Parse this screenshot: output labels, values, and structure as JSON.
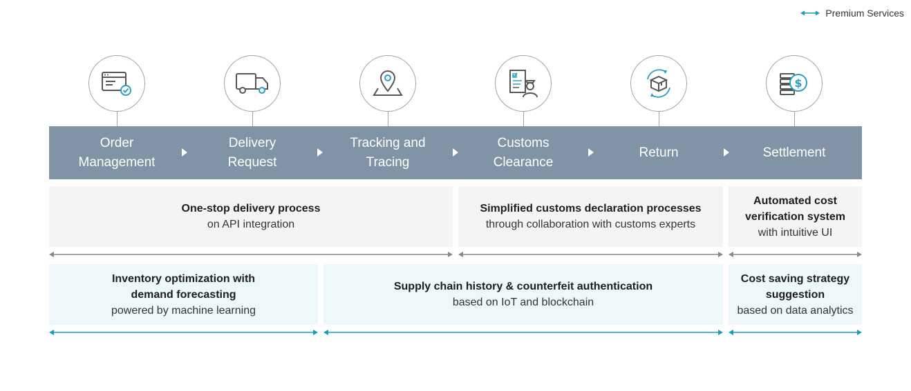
{
  "legend": {
    "label": "Premium Services",
    "color": "#1a9bbf"
  },
  "steps": [
    {
      "title": "Order Management",
      "icon": "order-window-check-icon"
    },
    {
      "title": "Delivery Request",
      "icon": "truck-icon"
    },
    {
      "title": "Tracking and Tracing",
      "icon": "map-pin-icon"
    },
    {
      "title": "Customs Clearance",
      "icon": "customs-officer-document-icon"
    },
    {
      "title": "Return",
      "icon": "return-package-icon"
    },
    {
      "title": "Settlement",
      "icon": "coins-dollar-icon"
    }
  ],
  "standard_services": [
    {
      "bold": "One-stop delivery process",
      "normal": "on API integration"
    },
    {
      "bold": "Simplified customs declaration processes",
      "normal": "through collaboration with customs experts"
    },
    {
      "bold": "Automated cost verification system",
      "normal": "with intuitive UI"
    }
  ],
  "premium_services": [
    {
      "bold": "Inventory optimization with demand forecasting",
      "normal": "powered by machine learning"
    },
    {
      "bold": "Supply chain history & counterfeit authentication",
      "normal": "based on IoT and blockchain"
    },
    {
      "bold": "Cost saving strategy suggestion",
      "normal": "based on data analytics"
    }
  ],
  "colors": {
    "bar": "#8194a6",
    "grey_arrow": "#8a8a8a",
    "premium_arrow": "#1a9bbf",
    "grey_box": "#f4f4f4",
    "blue_box": "#eef7fa"
  }
}
